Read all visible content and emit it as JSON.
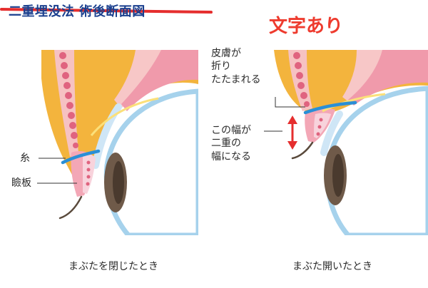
{
  "header": {
    "struck_title": "二重埋没法 術後断面図",
    "badge": "文字あり"
  },
  "left_panel": {
    "label_thread": "糸",
    "label_tarsus": "瞼板",
    "caption": "まぶたを閉じたとき"
  },
  "right_panel": {
    "label_skin_fold": [
      "皮膚が",
      "折り",
      "たたまれる"
    ],
    "label_width": [
      "この幅が",
      "二重の",
      "幅になる"
    ],
    "caption": "まぶた開いたとき"
  },
  "colors": {
    "title": "#1a3f8e",
    "strike": "#e52e2e",
    "badge": "#ee3b2e",
    "fat": "#f3b43d",
    "muscle_pink": "#ee8fa8",
    "dots": "#e0637f",
    "thread": "#2a8fd6",
    "arrow": "#e52e2e",
    "sclera_outline": "#a6d2ec",
    "iris": "#6f5a49"
  }
}
